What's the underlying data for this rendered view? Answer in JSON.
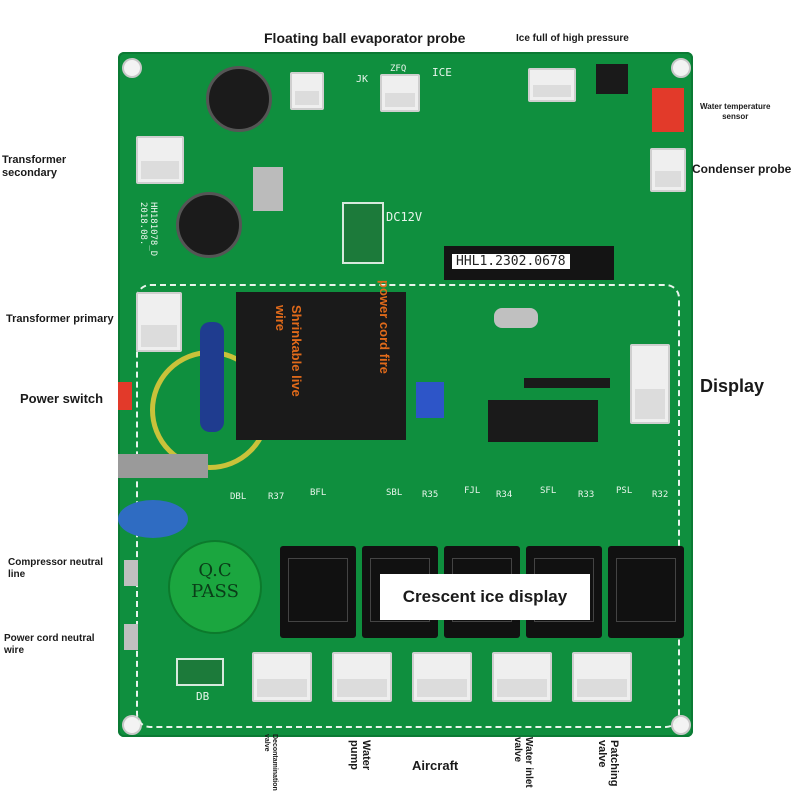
{
  "labels": {
    "floating_ball": "Floating ball evaporator probe",
    "ice_full": "Ice full of high pressure",
    "water_temp": "Water temperature\nsensor",
    "condenser": "Condenser probe",
    "transformer_secondary": "Transformer\nsecondary",
    "transformer_primary": "Transformer primary",
    "power_switch": "Power switch",
    "display": "Display",
    "compressor_neutral": "Compressor neutral\nline",
    "power_cord_neutral": "Power cord neutral\nwire",
    "power_cord_fire": "power cord fire",
    "shrinkable": "Shrinkable live\nwire",
    "crescent": "Crescent ice display",
    "decontamination": "Decontamination\nvalve",
    "water_pump": "Water\npump",
    "aircraft": "Aircraft",
    "water_inlet": "Water inlet\nvalve",
    "patching": "Patching\nvalve"
  },
  "board": {
    "chip_label": "HHL1.2302.0678",
    "qc_line1": "Q.C",
    "qc_line2": "PASS",
    "dc12v": "DC12V",
    "model": "HH181078_D\n2018.08.",
    "silk": [
      "DBL",
      "R37",
      "BFL",
      "SBL",
      "R35",
      "FJL",
      "R34",
      "SFL",
      "R33",
      "PSL",
      "R32",
      "DB",
      "ICE",
      "ZFQ",
      "JK"
    ]
  },
  "colors": {
    "board_green": "#0f8f3e",
    "label_dark": "#1a1a1a",
    "orange_text": "#e06a1a"
  }
}
